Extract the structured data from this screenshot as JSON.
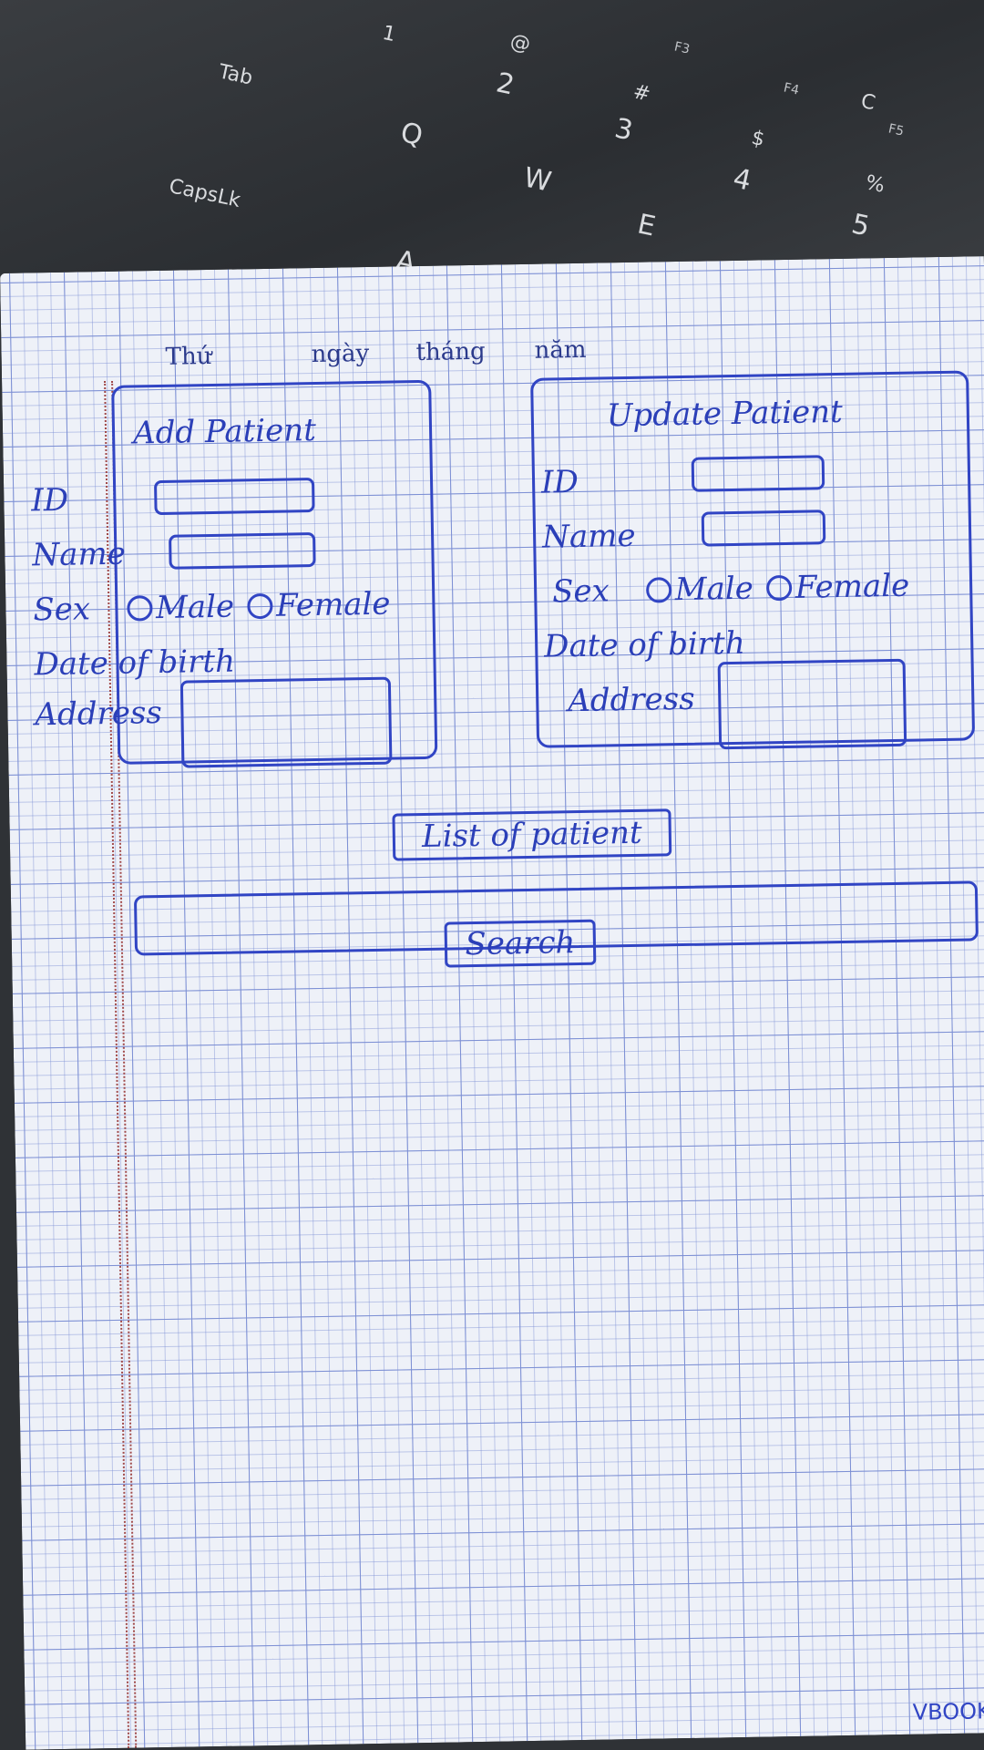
{
  "keyboard": {
    "keys": [
      "Tab",
      "CapsLk",
      "1",
      "@",
      "2",
      "Q",
      "W",
      "#",
      "3",
      "$",
      "4",
      "E",
      "%",
      "5",
      "C",
      "A"
    ],
    "fn_keys": [
      "F3",
      "F4",
      "F5"
    ]
  },
  "notebook_header": {
    "thu": "Thứ",
    "ngay": "ngày",
    "thang": "tháng",
    "nam": "năm"
  },
  "add_panel": {
    "title": "Add Patient",
    "id_label": "ID",
    "name_label": "Name",
    "sex_label": "Sex",
    "male_label": "Male",
    "female_label": "Female",
    "dob_label": "Date of birth",
    "address_label": "Address"
  },
  "update_panel": {
    "title": "Update Patient",
    "id_label": "ID",
    "name_label": "Name",
    "sex_label": "Sex",
    "male_label": "Male",
    "female_label": "Female",
    "dob_label": "Date of birth",
    "address_label": "Address"
  },
  "list_button": {
    "label": "List of patient"
  },
  "search_button": {
    "label": "Search"
  },
  "brand": {
    "text": "VBOOK"
  },
  "colors": {
    "ink": "#3145c4",
    "grid": "#7c8fd4",
    "paper": "#eef1f8",
    "keyboard": "#2f3236"
  }
}
